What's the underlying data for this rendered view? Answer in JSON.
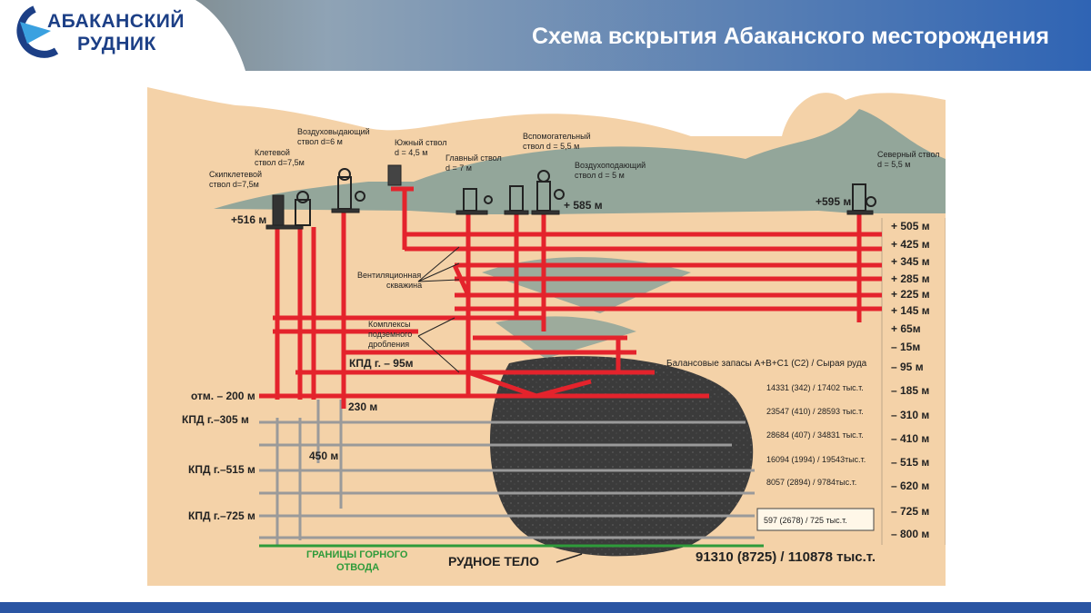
{
  "logo": {
    "line1": "АБАКАНСКИЙ",
    "line2": "РУДНИК"
  },
  "title": "Схема вскрытия Абаканского месторождения",
  "shafts": [
    {
      "name": "Скипклетевой",
      "size": "ствол d=7,5м"
    },
    {
      "name": "Клетевой",
      "size": "ствол d=7,5м"
    },
    {
      "name": "Воздуховыдающий",
      "size": "ствол d=6 м"
    },
    {
      "name": "Южный ствол",
      "size": "d = 4,5 м"
    },
    {
      "name": "Главный ствол",
      "size": "d = 7 м"
    },
    {
      "name": "Вспомогательный",
      "size": "ствол d = 5,5 м"
    },
    {
      "name": "Воздухоподающий",
      "size": "ствол d = 5 м"
    },
    {
      "name": "Северный ствол",
      "size": "d = 5,5 м"
    }
  ],
  "surface_marks": {
    "left": "+516 м",
    "center": "+ 585 м",
    "right": "+595 м"
  },
  "levels": [
    "+ 505 м",
    "+ 425 м",
    "+ 345 м",
    "+ 285 м",
    "+ 225 м",
    "+ 145 м",
    "+ 65м",
    "– 15м",
    "– 95 м",
    "– 185 м",
    "– 310 м",
    "– 410 м",
    "– 515 м",
    "– 620 м",
    "– 725 м",
    "– 800 м"
  ],
  "left_labels": {
    "otm200": "отм. – 200 м",
    "kpd305": "КПД г.–305 м",
    "kpd515": "КПД г.–515 м",
    "kpd725": "КПД г.–725 м",
    "kpd95": "КПД г. – 95м"
  },
  "depth_labels": {
    "d230": "230 м",
    "d450": "450 м"
  },
  "annotations": {
    "vent1": "Вентиляционная",
    "vent2": "скважина",
    "crush1": "Комплексы",
    "crush2": "подземного",
    "crush3": "дробления"
  },
  "reserves": {
    "header": "Балансовые запасы А+В+С1 (С2) / Сырая руда",
    "rows": [
      "14331 (342) / 17402 тыс.т.",
      "23547 (410) / 28593 тыс.т.",
      "28684 (407) / 34831 тыс.т.",
      "16094 (1994) / 19543тыс.т.",
      "8057 (2894) / 9784тыс.т.",
      "597 (2678) / 725 тыс.т."
    ],
    "total": "91310 (8725) / 110878 тыс.т."
  },
  "bottom": {
    "boundary1": "ГРАНИЦЫ ГОРНОГО",
    "boundary2": "ОТВОДА",
    "ore_body": "РУДНОЕ ТЕЛО"
  },
  "colors": {
    "brand_blue": "#1c3f86",
    "mine_red": "#e4232c",
    "sand": "#f4d2a8",
    "gray_mountain": "#93a69a",
    "ore": "#3a3a3a",
    "boundary_green": "#2e9b3a"
  }
}
